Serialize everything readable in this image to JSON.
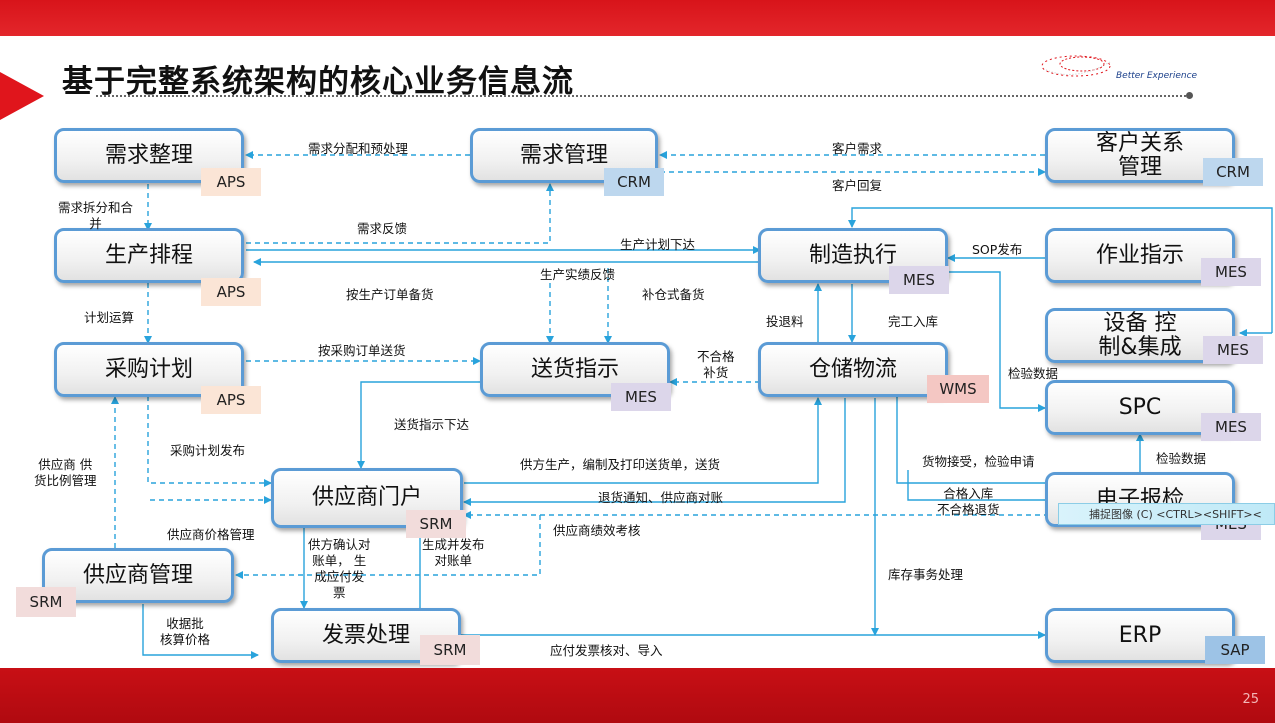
{
  "slide": {
    "title": "基于完整系统架构的核心业务信息流",
    "logo_text": "Better Experience",
    "page_number": "25"
  },
  "boxes": {
    "demand_sort": {
      "label": "需求整理",
      "tag": "APS"
    },
    "demand_mgmt": {
      "label": "需求管理",
      "tag": "CRM"
    },
    "customer": {
      "label": "客户关系\n管理",
      "tag": "CRM"
    },
    "production": {
      "label": "生产排程",
      "tag": "APS"
    },
    "manufacturing": {
      "label": "制造执行",
      "tag": "MES"
    },
    "work_instruction": {
      "label": "作业指示",
      "tag": "MES"
    },
    "equipment": {
      "label": "设备 控\n制&集成",
      "tag": "MES"
    },
    "purchase_plan": {
      "label": "采购计划",
      "tag": "APS"
    },
    "delivery": {
      "label": "送货指示",
      "tag": "MES"
    },
    "warehouse": {
      "label": "仓储物流",
      "tag": "WMS"
    },
    "spc": {
      "label": "SPC",
      "tag": "MES"
    },
    "supplier_portal": {
      "label": "供应商门户",
      "tag": "SRM"
    },
    "e_report": {
      "label": "电子报检",
      "tag": "MES"
    },
    "supplier_mgmt": {
      "label": "供应商管理",
      "tag": "SRM"
    },
    "invoice": {
      "label": "发票处理",
      "tag": "SRM"
    },
    "erp": {
      "label": "ERP",
      "tag": "SAP"
    }
  },
  "flows": {
    "demand_alloc": "需求分配和预处理",
    "customer_demand": "客户需求",
    "customer_reply": "客户回复",
    "demand_split": "需求拆分和合\n并",
    "demand_feedback": "需求反馈",
    "plan_issue": "生产计划下达",
    "sop_issue": "SOP发布",
    "prod_feedback": "生产实绩反馈",
    "by_prod_order": "按生产订单备货",
    "replenish": "补仓式备货",
    "mrp": "计划运算",
    "return_mat": "投退料",
    "finish_in": "完工入库",
    "by_po": "按采购订单送货",
    "unqualified_replenish": "不合格\n补货",
    "inspection_data_1": "检验数据",
    "delivery_issue": "送货指示下达",
    "inspection_data_2": "检验数据",
    "supplier_ratio": "供应商 供\n货比例管理",
    "purchase_plan_pub": "采购计划发布",
    "supplier_produce": "供方生产，编制及打印送货单，送货",
    "receive_apply": "货物接受，检验申请",
    "return_notice": "退货通知、供应商对账",
    "qualified_in": "合格入库\n不合格退货",
    "supplier_price": "供应商价格管理",
    "supplier_perf": "供应商绩效考核",
    "confirm_bill": "供方确认对\n账单， 生\n成应付发\n票",
    "gen_bill": "生成并发布\n对账单",
    "inventory_tx": "库存事务处理",
    "receive_check": "收据批\n核算价格",
    "ap_invoice": "应付发票核对、导入"
  },
  "overlay": {
    "capture_text": "捕捉图像 (C)  <CTRL><SHIFT><"
  },
  "colors": {
    "accent_red": "#d8141a",
    "box_border": "#5b9bd5",
    "connector": "#29a3dc"
  }
}
